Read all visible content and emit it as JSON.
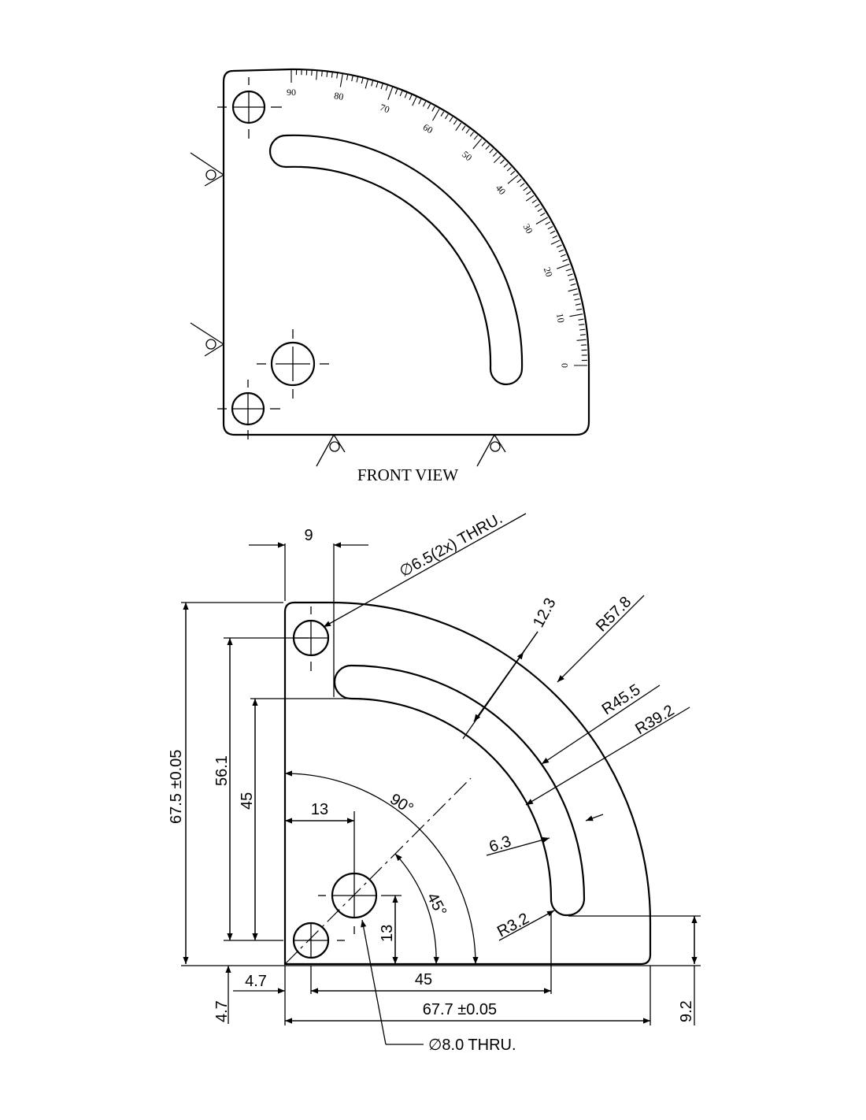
{
  "front_view": {
    "title": "FRONT VIEW",
    "scale_labels": [
      "0",
      "10",
      "20",
      "30",
      "40",
      "50",
      "60",
      "70",
      "80",
      "90"
    ]
  },
  "dimensions": {
    "hole_small_note": "6.5(2x) THRU.",
    "hole_large_note": "8.0 THRU.",
    "diameter_symbol": "∅",
    "width_9": "9",
    "slot_width_12_3": "12.3",
    "outer_radius": "R57.8",
    "r45_5": "R45.5",
    "r39_2": "R39.2",
    "slot_6_3": "6.3",
    "r3_2": "R3.2",
    "height_67_5": "67.5 ±0.05",
    "height_56_1": "56.1",
    "height_45": "45",
    "h_13": "13",
    "angle_90": "90°",
    "angle_45": "45°",
    "v_13": "13",
    "h_4_7": "4.7",
    "v_4_7": "4.7",
    "h_45": "45",
    "width_67_7": "67.7 ±0.05",
    "v_9_2": "9.2"
  }
}
